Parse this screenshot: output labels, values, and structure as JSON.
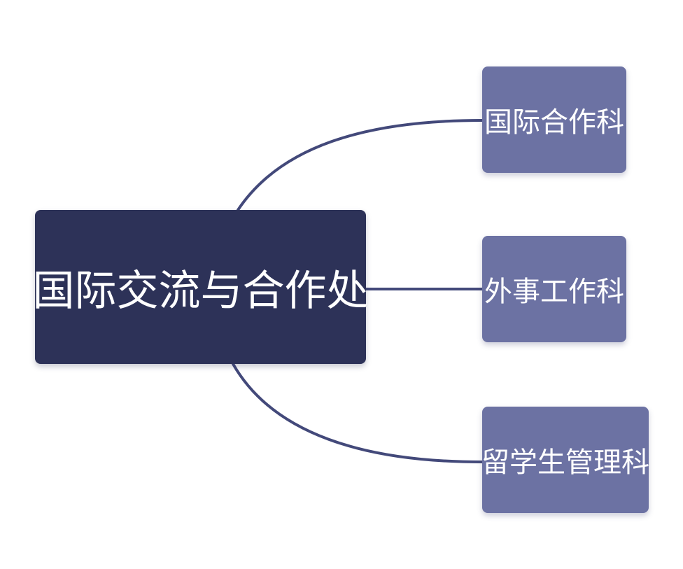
{
  "diagram": {
    "root": {
      "label": "国际交流与合作处"
    },
    "children": [
      {
        "label": "国际合作科"
      },
      {
        "label": "外事工作科"
      },
      {
        "label": "留学生管理科"
      }
    ],
    "colors": {
      "root_fill": "#2d3258",
      "child_fill": "#6c72a3",
      "connector": "#43497a",
      "text": "#ffffff"
    }
  }
}
